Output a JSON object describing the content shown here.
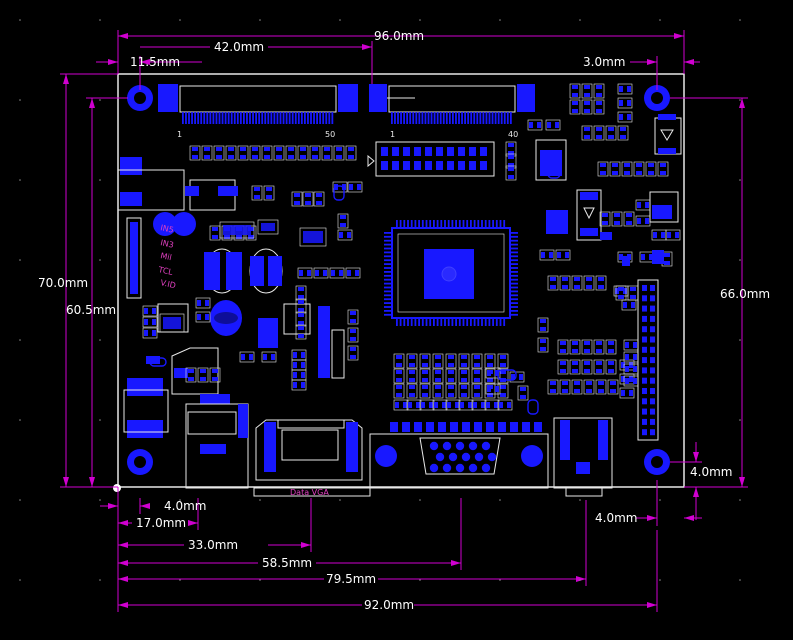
{
  "dimensions": {
    "total_width": "96.0mm",
    "left_hole_offset": "11.5mm",
    "connector_span": "42.0mm",
    "right_hole_offset": "3.0mm",
    "board_height": "70.0mm",
    "hole_height": "60.5mm",
    "right_height": "66.0mm",
    "right_bottom_offset": "4.0mm",
    "bottom_right_offset": "4.0mm",
    "bottom_4": "4.0mm",
    "bottom_17": "17.0mm",
    "bottom_33": "33.0mm",
    "bottom_58_5": "58.5mm",
    "bottom_79_5": "79.5mm",
    "bottom_92": "92.0mm"
  },
  "silkscreen": {
    "pin_1_left": "1",
    "pin_50": "50",
    "pin_1_right": "1",
    "pin_40": "40",
    "usb_label": "Data VGA"
  },
  "colors": {
    "background": "#000000",
    "copper": "#1818ff",
    "dimension": "#d000d0",
    "silkscreen": "#e8e8e8",
    "label": "#e040c0"
  }
}
